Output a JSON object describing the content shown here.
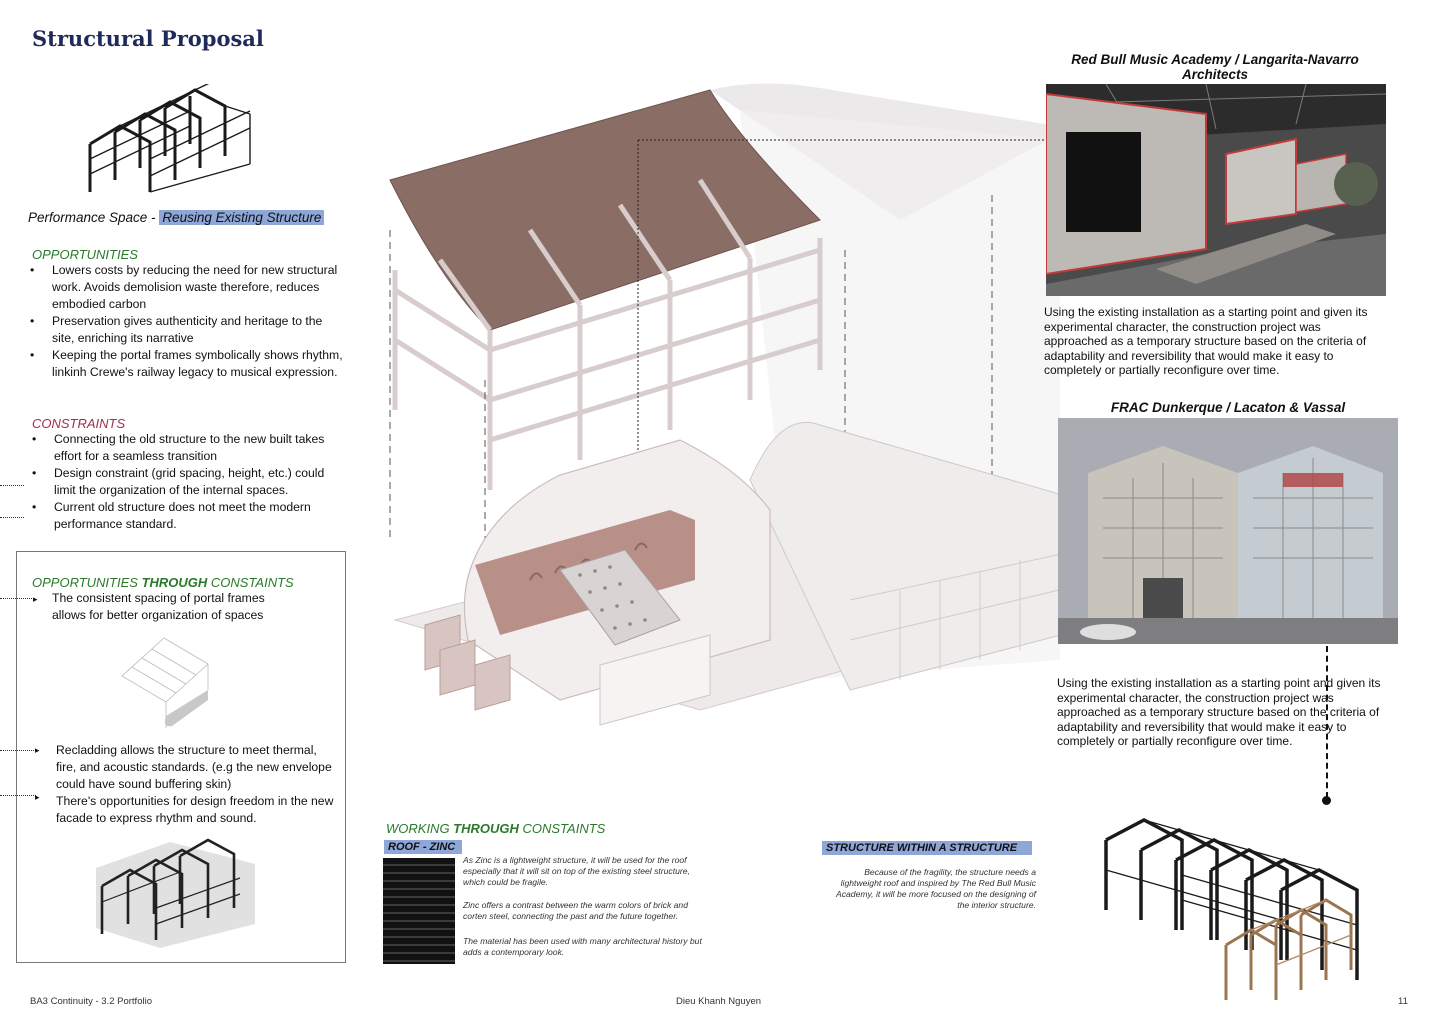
{
  "page": {
    "title": "Structural Proposal",
    "performance_prefix": "Performance Space - ",
    "performance_highlight": "Reusing Existing Structure"
  },
  "opportunities": {
    "heading": "OPPORTUNITIES",
    "items": [
      "Lowers costs by reducing the need for new structural work. Avoids demolision waste therefore, reduces embodied carbon",
      "Preservation gives authenticity and heritage to the site, enriching its narrative",
      "Keeping the portal frames symbolically shows rhythm, linkinh Crewe's railway legacy to musical expression."
    ]
  },
  "constraints": {
    "heading": "CONSTRAINTS",
    "items": [
      "Connecting the old structure to the new built takes effort for a seamless transition",
      "Design constraint (grid spacing, height, etc.) could limit the organization of the internal spaces.",
      "Current old structure does not meet the modern performance standard."
    ]
  },
  "through": {
    "heading_a": "OPPORTUNITIES ",
    "heading_b": "THROUGH",
    "heading_c": " CONSTAINTS",
    "point1": "The consistent spacing of portal frames allows for better organization of spaces",
    "point2": "Recladding allows the structure to meet thermal, fire, and acoustic standards. (e.g the new envelope could have sound buffering skin)",
    "point3": "There's opportunities for design freedom in the new facade to express rhythm and sound."
  },
  "refs": {
    "redbull_title": "Red Bull Music Academy / Langarita-Navarro Architects",
    "redbull_desc": "Using the existing installation as a starting point and given its experimental character, the construction project was approached as a temporary structure based on the criteria of adaptability and reversibility that would make it easy to completely or partially reconfigure over time.",
    "frac_title": "FRAC Dunkerque / Lacaton & Vassal",
    "frac_desc": "Using the existing installation as a starting point and given its experimental character, the construction project was approached as a temporary structure based on the criteria of adaptability and reversibility that would make it easy to completely or partially reconfigure over time."
  },
  "working": {
    "heading_a": "WORKING ",
    "heading_b": "THROUGH",
    "heading_c": " CONSTAINTS",
    "roof_tag": "ROOF - ZINC",
    "roof_p1": "As Zinc is a lightweight structure, it will be used for the roof especially that it will sit on top of the existing steel structure, which could be fragile.",
    "roof_p2": "Zinc offers a contrast between the warm colors of brick and corten steel, connecting the past and the future together.",
    "roof_p3": "The material has been used with many architectural history but adds a contemporary look.",
    "structure_tag": "STRUCTURE WITHIN A STRUCTURE",
    "structure_p": "Because of the fragility, the structure needs a lightweight roof and inspired by The Red Bull Music Academy, it will be more focused on the designing of the interior structure."
  },
  "footer": {
    "left": "BA3 Continuity - 3.2 Portfolio",
    "center": "Dieu Khanh Nguyen",
    "page_number": "11"
  },
  "colors": {
    "title": "#1f2a5a",
    "green": "#2a7a2a",
    "red": "#a0304a",
    "highlight": "#8fa6d8",
    "roof": "#8a6e66",
    "brick": "#b89088"
  }
}
